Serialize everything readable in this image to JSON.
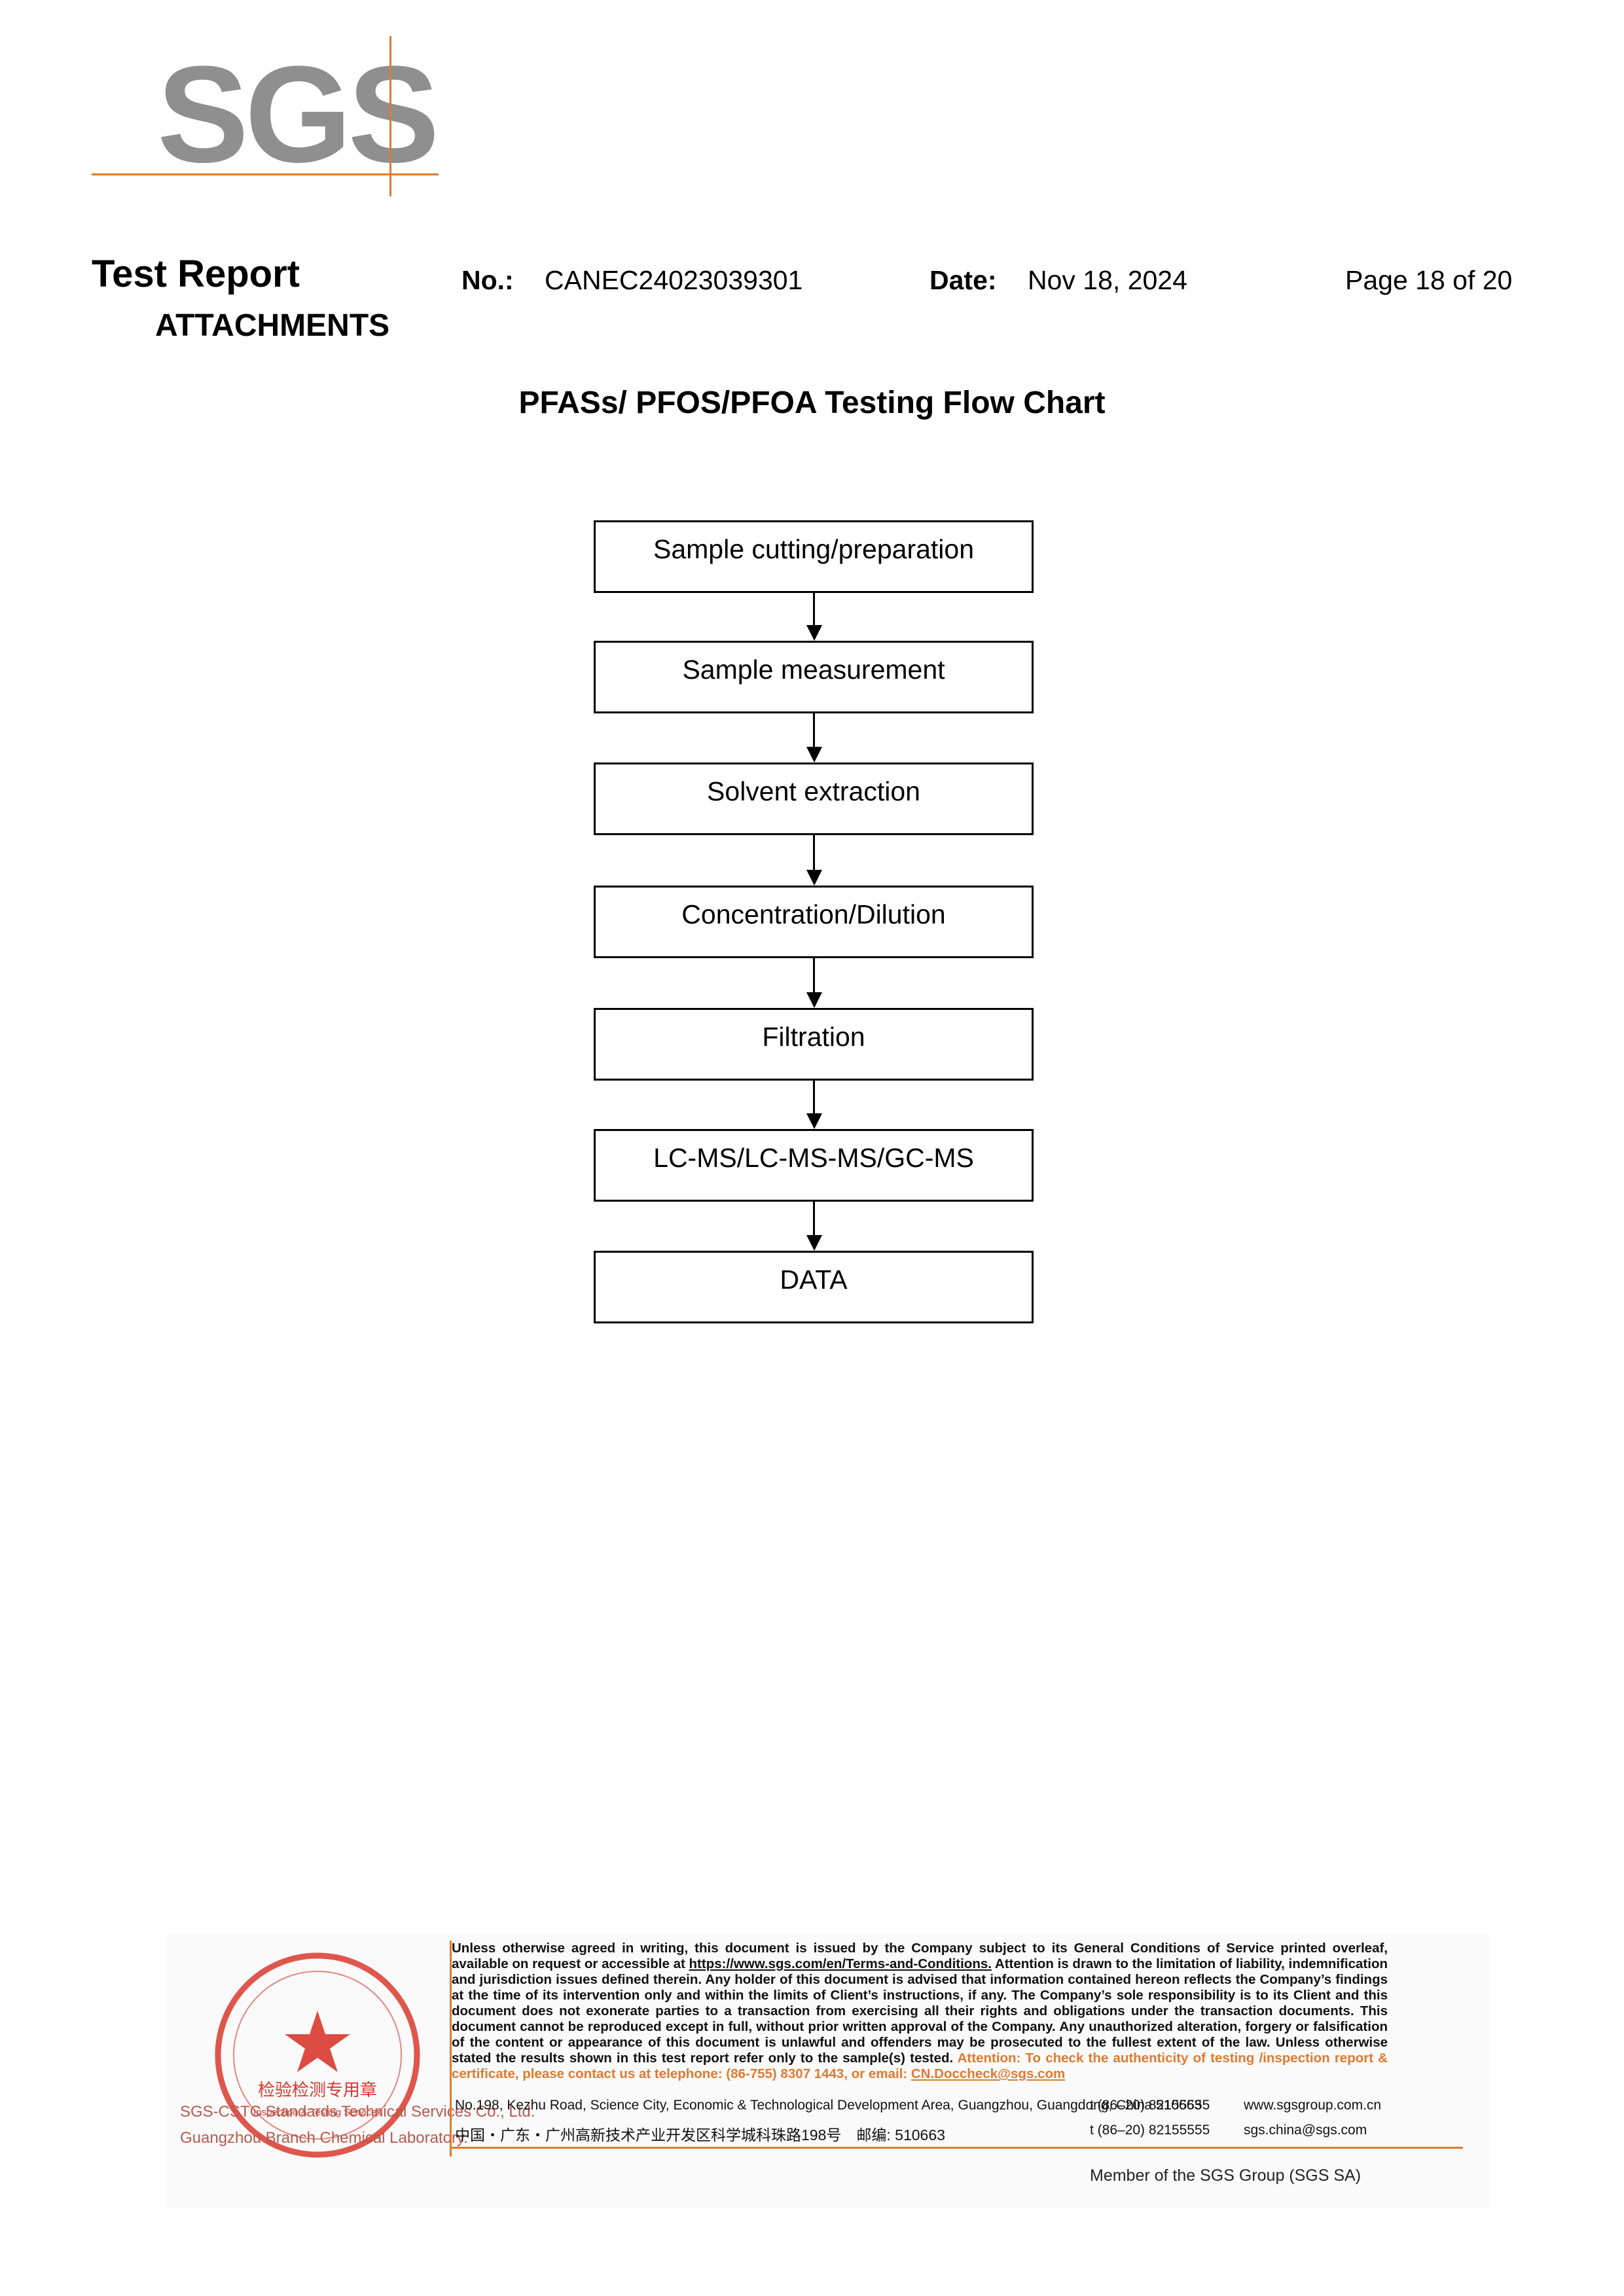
{
  "logo": {
    "text": "SGS"
  },
  "header": {
    "title": "Test Report",
    "subtitle": "ATTACHMENTS",
    "no_label": "No.:",
    "no_value": "CANEC24023039301",
    "date_label": "Date:",
    "date_value": "Nov 18, 2024",
    "page": "Page 18 of 20"
  },
  "flow_title": "PFASs/ PFOS/PFOA Testing Flow Chart",
  "flow_steps": [
    "Sample cutting/preparation",
    "Sample measurement",
    "Solvent extraction",
    "Concentration/Dilution",
    "Filtration",
    "LC-MS/LC-MS-MS/GC-MS",
    "DATA"
  ],
  "footer": {
    "stamp_text": "检验检测专用章",
    "stamp_sub": "Inspection & Testing Services",
    "stamp_side1": "SGS-CSTC Standards Technical Services Co., Ltd.",
    "stamp_side2": "Guangzhou Branch Chemical Laboratory.",
    "disclaimer_1": "Unless otherwise agreed in writing, this document is issued by the Company subject to its General Conditions of Service printed overleaf, available on request or accessible at",
    "disclaimer_link": "https://www.sgs.com/en/Terms-and-Conditions.",
    "disclaimer_2": "Attention is drawn to the limitation of liability, indemnification and jurisdiction issues defined therein. Any holder of this document is advised that information contained hereon reflects the Company’s findings at the time of its intervention only and within the limits of Client’s instructions, if any. The Company’s sole responsibility is to its Client and this document does not exonerate parties to a transaction from exercising all their rights and obligations under the transaction documents. This document cannot be reproduced except in full, without prior written approval of the Company. Any unauthorized alteration, forgery or falsification of the content or appearance of this document is unlawful and offenders may be prosecuted to the fullest extent of the law. Unless otherwise stated the results shown in this test report refer only to the sample(s) tested.",
    "attention": "Attention: To check the authenticity of testing /inspection report & certificate, please contact us at telephone: (86-755) 8307 1443, or email:",
    "attention_email": "CN.Doccheck@sgs.com",
    "address_en": "No.198, Kezhu Road, Science City, Economic & Technological Development Area, Guangzhou, Guangdong, China 510663",
    "address_cn": "中国・广东・广州高新技术产业开发区科学城科珠路198号　邮编: 510663",
    "tel_1": "t (86–20) 82155555",
    "tel_2": "t (86–20) 82155555",
    "web": "www.sgsgroup.com.cn",
    "email": "sgs.china@sgs.com",
    "member": "Member of the SGS Group (SGS SA)"
  },
  "colors": {
    "accent": "#e07a2e",
    "logo_gray": "#8f8f8f",
    "stamp_red": "#d9382e"
  }
}
